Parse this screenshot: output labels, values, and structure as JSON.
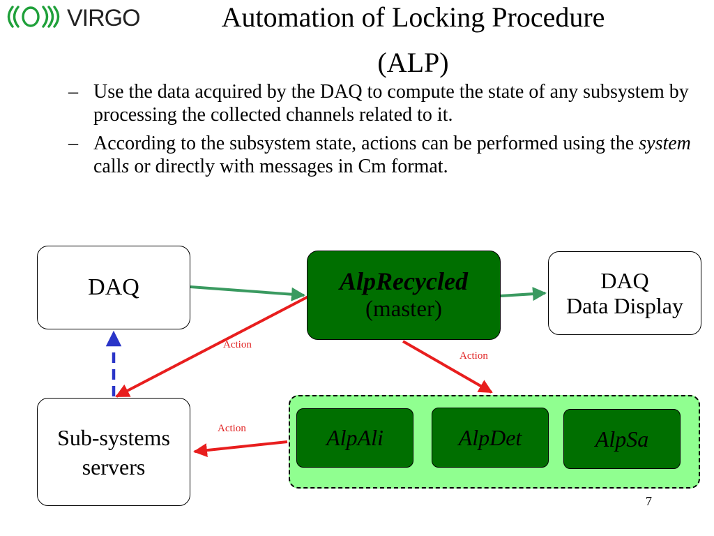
{
  "title": {
    "line1": "Automation of Locking Procedure",
    "line2": "(ALP)"
  },
  "logo": {
    "text": "VIRGO"
  },
  "bullets": [
    {
      "dash": "–",
      "text": "Use the data acquired by the DAQ to compute the state of any subsystem by processing the collected channels related to it."
    },
    {
      "dash": "–",
      "before": "According to the subsystem state, actions can be performed using the ",
      "italic": "system",
      "middle": " call",
      "italic2": "s",
      "after": " or directly with messages in Cm format."
    }
  ],
  "diagram": {
    "daq": "DAQ",
    "master": {
      "name": "AlpRecycled",
      "role": "(master)"
    },
    "display": {
      "line1": "DAQ",
      "line2": "Data Display"
    },
    "subsystems": {
      "line1": "Sub-systems",
      "line2": "servers"
    },
    "children": [
      "AlpAli",
      "AlpDet",
      "AlpSa"
    ],
    "action_label": "Action"
  },
  "colors": {
    "data_flow_arrow": "#3a9a60",
    "action_arrow": "#e81e1e",
    "feedback_arrow": "#2a35c8",
    "master_fill": "#006f00",
    "group_fill": "#90ff90"
  },
  "page_number": "7"
}
